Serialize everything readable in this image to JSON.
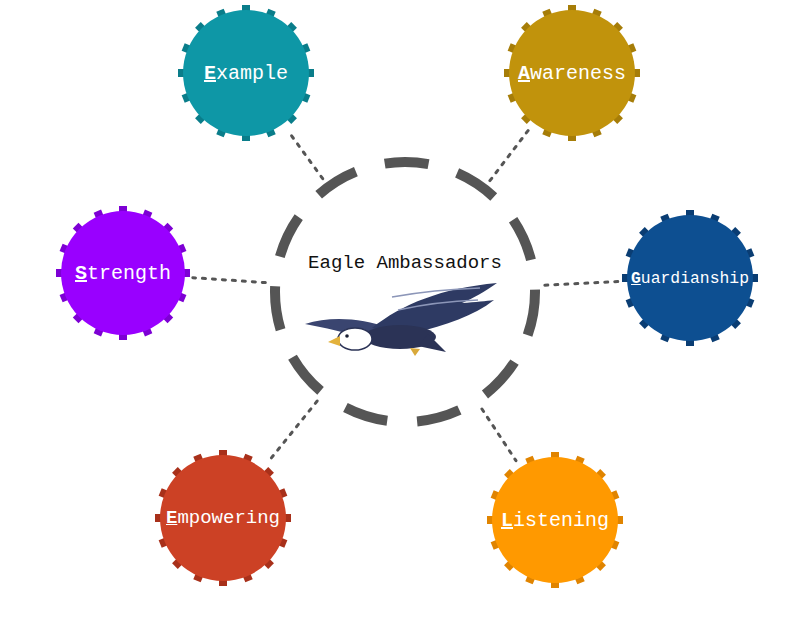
{
  "diagram": {
    "nodes": [
      {
        "text": [
          "Example"
        ]
      },
      {
        "text": [
          "Awareness"
        ]
      },
      {
        "text": [
          "Strength"
        ]
      },
      {
        "text": [
          "Eagle Ambassadors"
        ]
      },
      {
        "text": [
          "Guardianship"
        ]
      },
      {
        "text": [
          "Empowering"
        ]
      },
      {
        "text": [
          "Listening"
        ]
      }
    ],
    "edges": [
      {
        "from": 3,
        "to": 0,
        "arrow": "none"
      },
      {
        "from": 3,
        "to": 1,
        "arrow": "none"
      },
      {
        "from": 3,
        "to": 2,
        "arrow": "none"
      },
      {
        "from": 3,
        "to": 4,
        "arrow": "none"
      },
      {
        "from": 3,
        "to": 5,
        "arrow": "none"
      },
      {
        "from": 3,
        "to": 6,
        "arrow": "none"
      }
    ]
  }
}
